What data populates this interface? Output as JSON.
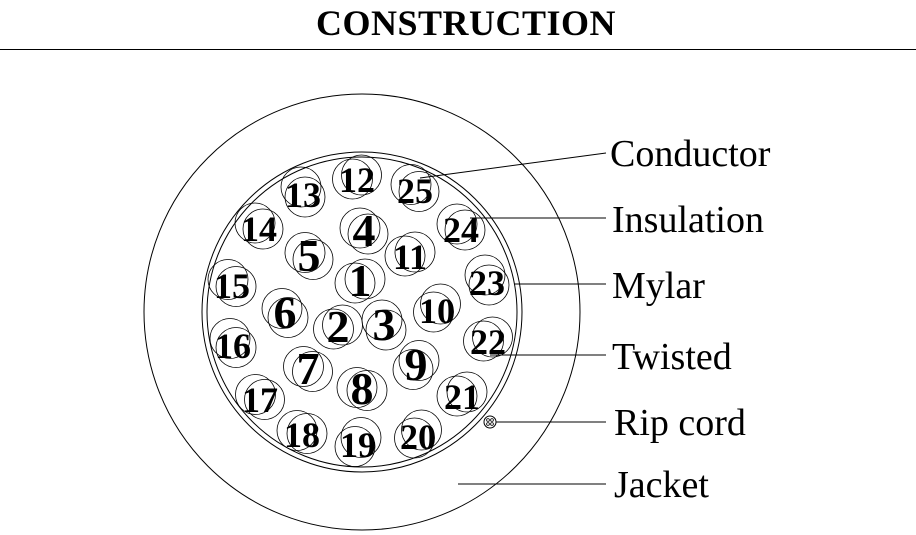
{
  "title": "CONSTRUCTION",
  "labels": {
    "conductor": "Conductor",
    "insulation": "Insulation",
    "mylar": "Mylar",
    "twisted": "Twisted",
    "rip_cord": "Rip cord",
    "jacket": "Jacket"
  },
  "pairs": [
    "1",
    "2",
    "3",
    "4",
    "5",
    "6",
    "7",
    "8",
    "9",
    "10",
    "11",
    "12",
    "13",
    "14",
    "15",
    "16",
    "17",
    "18",
    "19",
    "20",
    "21",
    "22",
    "23",
    "24",
    "25"
  ],
  "colors": {
    "line": "#000000",
    "background": "#ffffff"
  }
}
